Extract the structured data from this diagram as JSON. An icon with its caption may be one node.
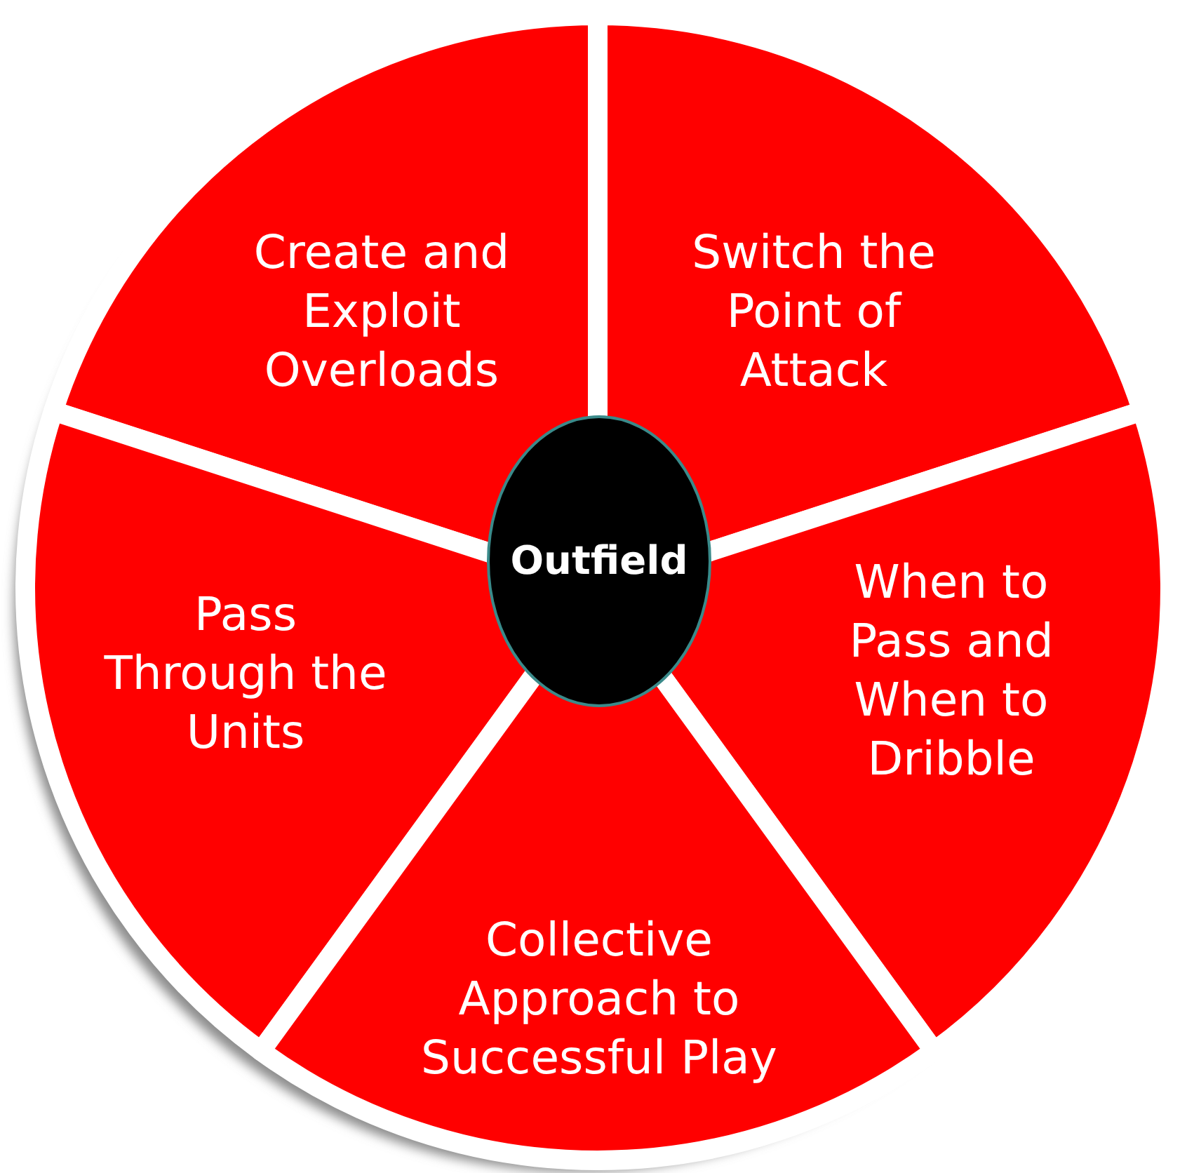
{
  "diagram": {
    "nodes": [
      {
        "text": [
          "Create and Exploit Overloads"
        ]
      },
      {
        "text": [
          "Switch the Point of Attack"
        ]
      },
      {
        "text": [
          "Outfield"
        ]
      },
      {
        "text": [
          "When to Pass and When to Dribble"
        ]
      },
      {
        "text": [
          "Pass Through the Units"
        ]
      },
      {
        "text": [
          "Collective Approach to Successful Play"
        ]
      }
    ]
  }
}
